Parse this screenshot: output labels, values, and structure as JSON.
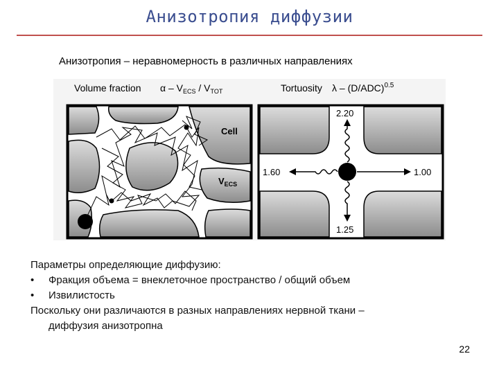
{
  "slide": {
    "title": "Анизотропия диффузии",
    "accent_color": "#c0504d",
    "title_color": "#3a4d8f",
    "definition": "Анизотропия – неравномерность в различных направлениях",
    "page_number": "22"
  },
  "figure": {
    "left_label": "Volume fraction",
    "left_formula": "α – V",
    "left_sub1": "ECS",
    "left_mid": " / V",
    "left_sub2": "TOT",
    "cell_label": "Cell",
    "vecs_label": "V",
    "vecs_sub": "ECS",
    "right_label": "Tortuosity",
    "right_formula": "λ – (D/ADC)",
    "right_sup": "0.5",
    "value_up": "2.20",
    "value_left": "1.60",
    "value_right": "1.00",
    "value_down": "1.25"
  },
  "body": {
    "line1": "Параметры определяющие диффузию:",
    "bullet_char": "•",
    "bullet1": "Фракция объема = внеклеточное пространство / общий объем",
    "bullet2": "Извилистость",
    "line4": "Поскольку они различаются в разных направлениях нервной ткани –",
    "line5": "диффузия анизотропна"
  }
}
